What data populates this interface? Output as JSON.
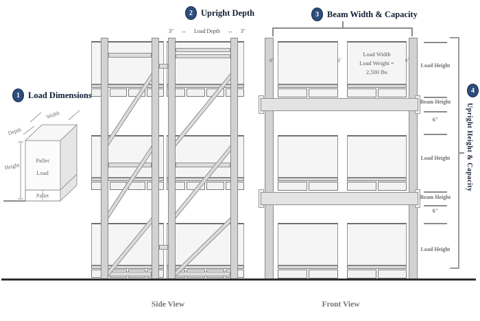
{
  "diagram": {
    "sections": {
      "s1": {
        "num": "1",
        "title": "Load Dimensions"
      },
      "s2": {
        "num": "2",
        "title": "Upright Depth"
      },
      "s3": {
        "num": "3",
        "title": "Beam Width & Capacity"
      },
      "s4": {
        "num": "4",
        "title": "Upright Height & Capacity"
      }
    },
    "load_box": {
      "width": "Width",
      "depth": "Depth",
      "height": "Height",
      "load_line1": "Pallet",
      "load_line2": "Load",
      "pallet": "Pallet"
    },
    "side_view": {
      "caption": "Side View",
      "dim": [
        "3\"",
        "↔",
        "Load Depth",
        "↔",
        "3\""
      ]
    },
    "front_view": {
      "caption": "Front View",
      "clearance": "6\"",
      "load_info": [
        "Load Width",
        "Load Weight =",
        "2,500 lbs"
      ]
    },
    "ruler": {
      "labels": [
        "Load Height",
        "Beam Height",
        "6\"",
        "Load Height",
        "Beam Height",
        "6\"",
        "Load Height"
      ]
    },
    "colors": {
      "accent_navy": "#2d4d7c",
      "title_text": "#111c33",
      "structure_gray": "#d2d2d2",
      "label_gray": "#6e6e6e",
      "floor": "#2f2f2f"
    }
  }
}
